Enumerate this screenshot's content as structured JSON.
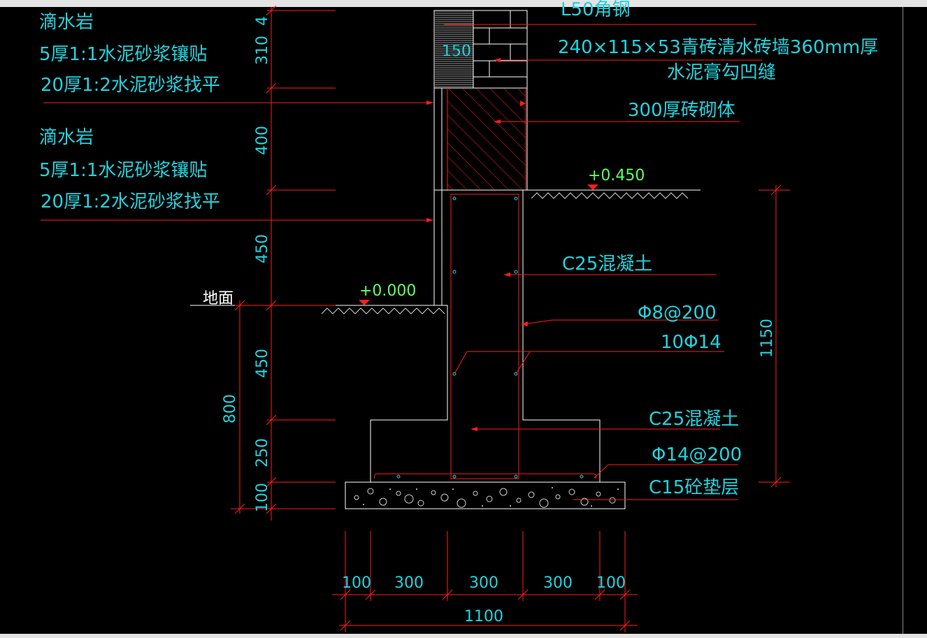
{
  "app": {
    "title": "CAD drawing view"
  },
  "labels": {
    "drip_top": "滴水岩",
    "layer1_top": "5厚1:1水泥砂浆镶贴",
    "layer2_top": "20厚1:2水泥砂浆找平",
    "drip_mid": "滴水岩",
    "layer1_mid": "5厚1:1水泥砂浆镶贴",
    "layer2_mid": "20厚1:2水泥砂浆找平",
    "angle_steel": "L50角钢",
    "brick_wall": "240×115×53青砖清水砖墙360mm厚",
    "cement_joint": "水泥膏勾凹缝",
    "brick_300": "300厚砖砌体",
    "elev_450": "+0.450",
    "c25_upper": "C25混凝土",
    "ground": "地面",
    "elev_000": "+0.000",
    "stirrup": "Φ8@200",
    "long_bars": "10Φ14",
    "c25_lower": "C25混凝土",
    "bottom_bars": "Φ14@200",
    "c15": "C15砼垫层"
  },
  "dims_left": [
    "4",
    "310",
    "400",
    "450",
    "450",
    "250",
    "100"
  ],
  "dim_800": "800",
  "dim_150": "150",
  "dim_1150": "1150",
  "dims_bottom": [
    "100",
    "300",
    "300",
    "300",
    "100"
  ],
  "dim_total": "1100",
  "colors": {
    "text": "#22d2dc",
    "dim_line": "#ff1d1d",
    "outline": "#ffffff",
    "elevation": "#5dff5d",
    "background": "#000000"
  }
}
